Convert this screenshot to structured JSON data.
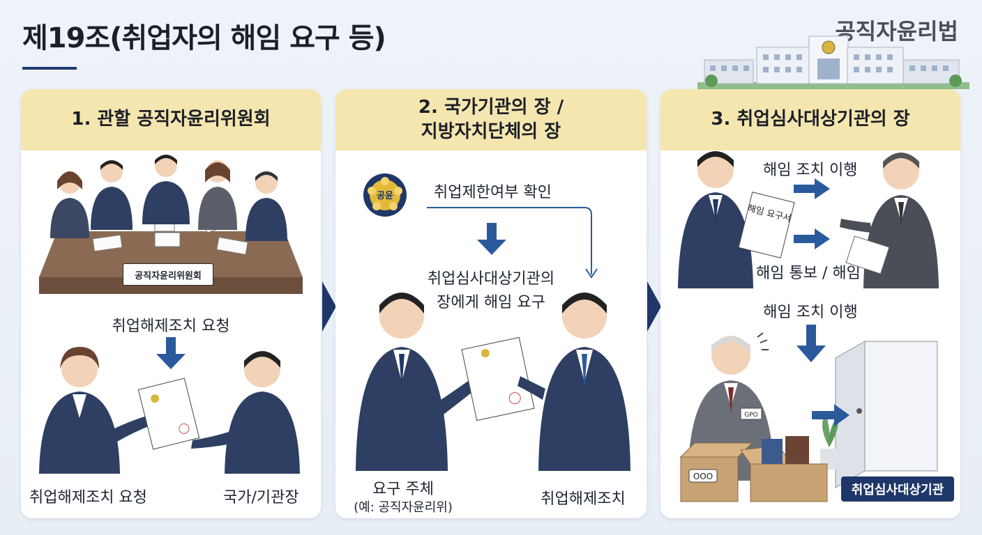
{
  "header": {
    "title": "제19조(취업자의 해임 요구 등)",
    "law_name": "공직자윤리법"
  },
  "panels": [
    {
      "heading": "1. 관할 공직자윤리위원회",
      "table_sign": "공직자윤리위원회",
      "arrow_label": "취업해제조치 요청",
      "left_caption": "취업해제조치 요청",
      "right_caption": "국가/기관장"
    },
    {
      "heading_line1": "2. 국가기관의 장 /",
      "heading_line2": "지방자치단체의 장",
      "seal_text": "공윤",
      "check_label": "취업제한여부 확인",
      "demand_line1": "취업심사대상기관의",
      "demand_line2": "장에게 해임 요구",
      "subject_label": "요구 주체",
      "subject_example": "(예: 공직자윤리위)",
      "action_label": "취업해제조치"
    },
    {
      "heading": "3. 취업심사대상기관의 장",
      "doc_text": "해임 요구서",
      "top_label": "해임 조치 이행",
      "notice_label": "해임 통보 / 해임",
      "middle_label": "해임 조치 이행",
      "box_label": "OOO",
      "id_badge": "GPO",
      "institution_badge": "취업심사대상기관"
    }
  ],
  "colors": {
    "heading_band": "#f5e6b0",
    "arrow": "#2a5a9c",
    "navy": "#1f3768",
    "suit": "#2e3f63"
  }
}
